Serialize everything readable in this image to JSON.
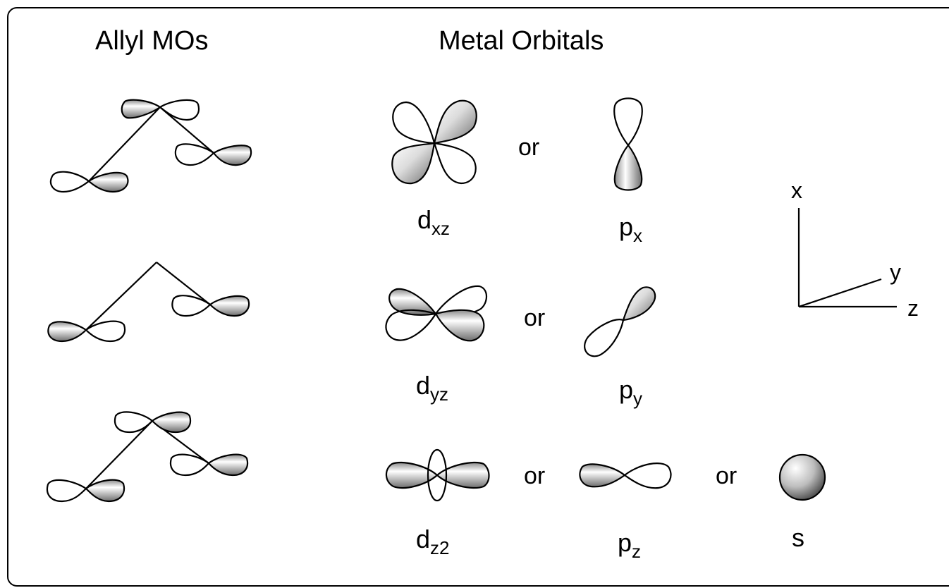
{
  "headings": {
    "allyl": "Allyl MOs",
    "metal": "Metal Orbitals"
  },
  "connector": "or",
  "orbital_labels": {
    "dxz": {
      "base": "d",
      "sub": "xz"
    },
    "px": {
      "base": "p",
      "sub": "x"
    },
    "dyz": {
      "base": "d",
      "sub": "yz"
    },
    "py": {
      "base": "p",
      "sub": "y"
    },
    "dz2": {
      "base": "d",
      "sub": "z2"
    },
    "pz": {
      "base": "p",
      "sub": "z"
    },
    "s": {
      "base": "s"
    }
  },
  "axes": {
    "x": "x",
    "y": "y",
    "z": "z"
  },
  "colors": {
    "ink": "#000000",
    "lobe_light": "#ffffff",
    "lobe_dark": "#7a7a7a"
  }
}
